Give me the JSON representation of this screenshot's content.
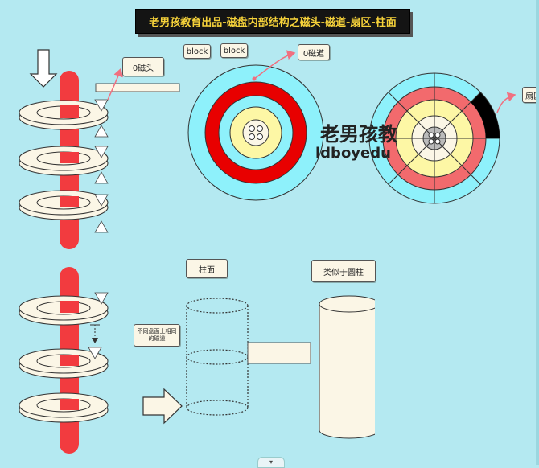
{
  "title": "老男孩教育出品-磁盘内部结构之磁头-磁道-扇区-柱面",
  "labels": {
    "head0": "0磁头",
    "block1": "block",
    "block2": "block",
    "track0": "0磁道",
    "sector": "扇区",
    "cylinder": "柱面",
    "similar": "类似于圆柱",
    "note": "不同盘面上相同的磁道"
  },
  "watermark": {
    "brand": "老男孩教",
    "domain": "ldboyedu"
  },
  "colors": {
    "background": "#b4e9f1",
    "spindle": "#f23b3f",
    "platter": "#fbf6e6",
    "cyan_zone": "#8ef1fb",
    "red_zone": "#e80000",
    "pink_zone": "#f26a6d",
    "yellow_zone": "#fdf7a5",
    "title_text": "#f6d23a"
  },
  "icons": [
    "down-arrow-icon",
    "right-arrow-icon",
    "scroll-down-icon"
  ]
}
